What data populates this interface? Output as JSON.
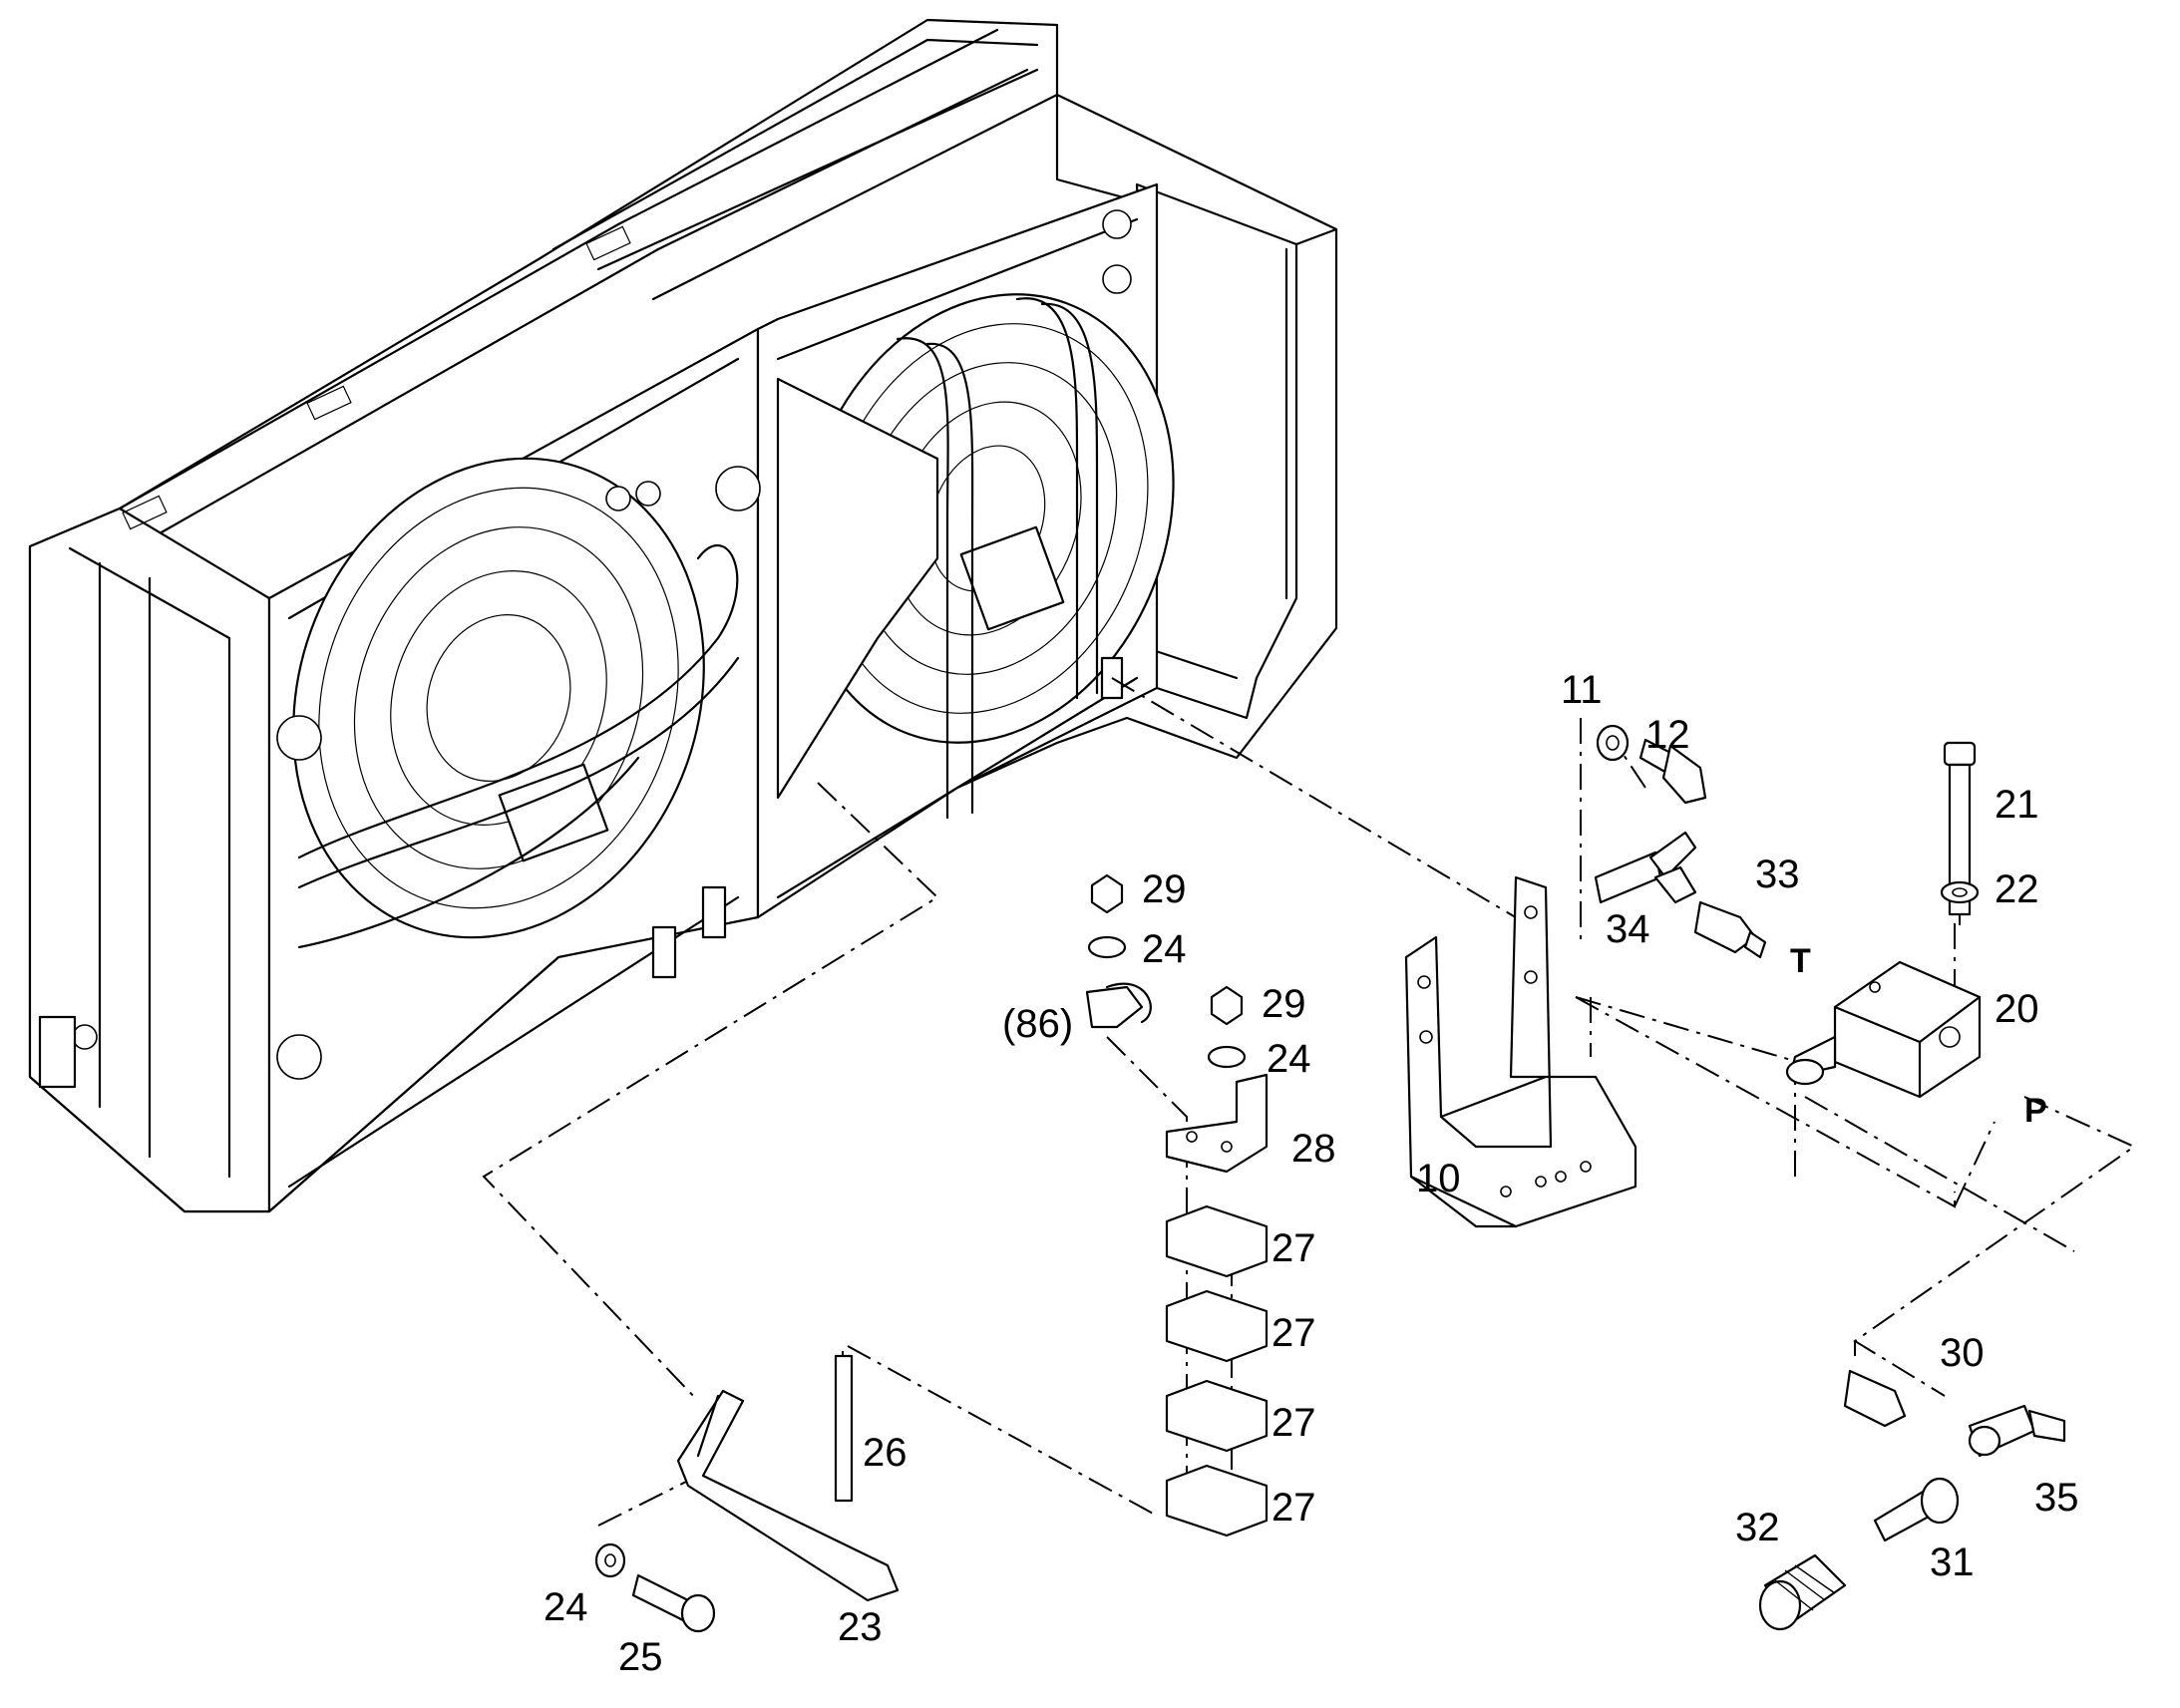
{
  "callouts": {
    "c10": "10",
    "c11": "11",
    "c12": "12",
    "c20": "20",
    "c21": "21",
    "c22": "22",
    "c23": "23",
    "c24a": "24",
    "c24b": "24",
    "c24c": "24",
    "c25": "25",
    "c26": "26",
    "c27a": "27",
    "c27b": "27",
    "c27c": "27",
    "c27d": "27",
    "c28": "28",
    "c29a": "29",
    "c29b": "29",
    "c30": "30",
    "c31": "31",
    "c32": "32",
    "c33": "33",
    "c34": "34",
    "c35": "35",
    "c86": "(86)"
  },
  "ports": {
    "tank": "T",
    "pressure": "P"
  }
}
